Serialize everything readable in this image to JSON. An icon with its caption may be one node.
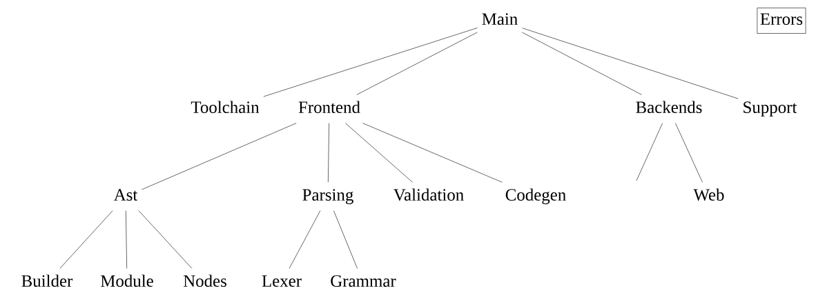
{
  "diagram": {
    "nodes": [
      {
        "text": [
          "Main"
        ]
      },
      {
        "text": [
          "Errors"
        ]
      },
      {
        "text": [
          "Toolchain"
        ]
      },
      {
        "text": [
          "Frontend"
        ]
      },
      {
        "text": [
          "Backends"
        ]
      },
      {
        "text": [
          "Support"
        ]
      },
      {
        "text": [
          "Ast"
        ]
      },
      {
        "text": [
          "Parsing"
        ]
      },
      {
        "text": [
          "Validation"
        ]
      },
      {
        "text": [
          "Codegen"
        ]
      },
      {
        "text": [
          "Web"
        ]
      },
      {
        "text": [
          "Builder"
        ]
      },
      {
        "text": [
          "Module"
        ]
      },
      {
        "text": [
          "Nodes"
        ]
      },
      {
        "text": [
          "Lexer"
        ]
      },
      {
        "text": [
          "Grammar"
        ]
      }
    ],
    "edges": [
      {
        "from": 0,
        "to": 2,
        "arrow": "none"
      },
      {
        "from": 0,
        "to": 3,
        "arrow": "none"
      },
      {
        "from": 0,
        "to": 4,
        "arrow": "none"
      },
      {
        "from": 0,
        "to": 5,
        "arrow": "none"
      },
      {
        "from": 3,
        "to": 6,
        "arrow": "none"
      },
      {
        "from": 3,
        "to": 7,
        "arrow": "none"
      },
      {
        "from": 3,
        "to": 8,
        "arrow": "none"
      },
      {
        "from": 3,
        "to": 9,
        "arrow": "none"
      },
      {
        "from": 4,
        "to": null,
        "arrow": "none"
      },
      {
        "from": 4,
        "to": 10,
        "arrow": "none"
      },
      {
        "from": 6,
        "to": 11,
        "arrow": "none"
      },
      {
        "from": 6,
        "to": 12,
        "arrow": "none"
      },
      {
        "from": 6,
        "to": 13,
        "arrow": "none"
      },
      {
        "from": 7,
        "to": 14,
        "arrow": "none"
      },
      {
        "from": 7,
        "to": 15,
        "arrow": "none"
      }
    ]
  }
}
